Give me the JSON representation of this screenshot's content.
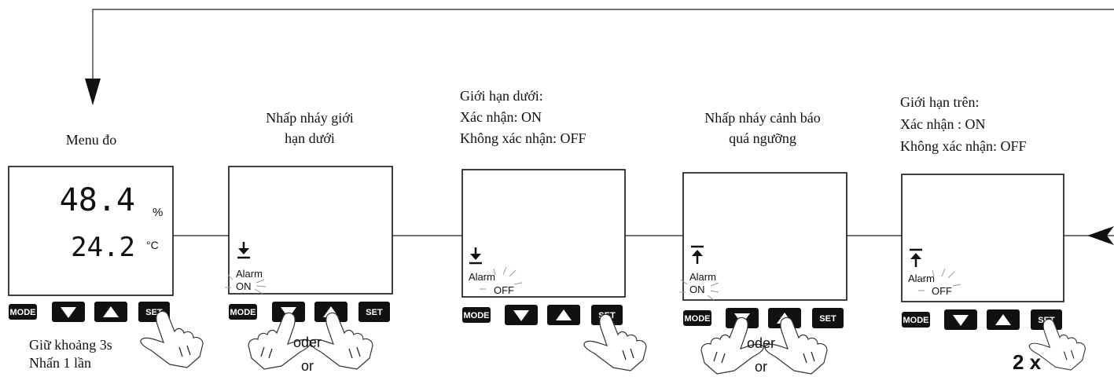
{
  "steps": [
    {
      "title_lines": [
        "Menu đo"
      ],
      "readings": {
        "humidity_value": "48.4",
        "humidity_unit": "%",
        "temp_value": "24.2",
        "temp_unit": "°C"
      }
    },
    {
      "title_lines": [
        "Nhấp nháy giới",
        "hạn dưới"
      ],
      "limit_icon": "lower-limit-icon",
      "alarm_label": "Alarm",
      "alarm_state": "ON"
    },
    {
      "title_lines": [
        "Giới hạn dưới:",
        "Xác nhận: ON",
        "Không xác nhận: OFF"
      ],
      "limit_icon": "lower-limit-icon",
      "alarm_label": "Alarm",
      "alarm_state": "OFF"
    },
    {
      "title_lines": [
        "Nhấp nháy cảnh báo",
        "quá ngưỡng"
      ],
      "limit_icon": "upper-limit-icon",
      "alarm_label": "Alarm",
      "alarm_state": "ON"
    },
    {
      "title_lines": [
        "Giới hạn trên:",
        "Xác nhận : ON",
        "Không xác nhận: OFF"
      ],
      "limit_icon": "upper-limit-icon",
      "alarm_label": "Alarm",
      "alarm_state": "OFF"
    }
  ],
  "buttons": {
    "mode": "MODE",
    "set": "SET",
    "down_icon": "down-triangle-icon",
    "up_icon": "up-triangle-icon"
  },
  "step1_notes": [
    "Giữ khoảng 3s",
    "Nhấn 1 lần"
  ],
  "or_labels": {
    "de": "oder",
    "en": "or"
  },
  "repeat_label": "2 x"
}
